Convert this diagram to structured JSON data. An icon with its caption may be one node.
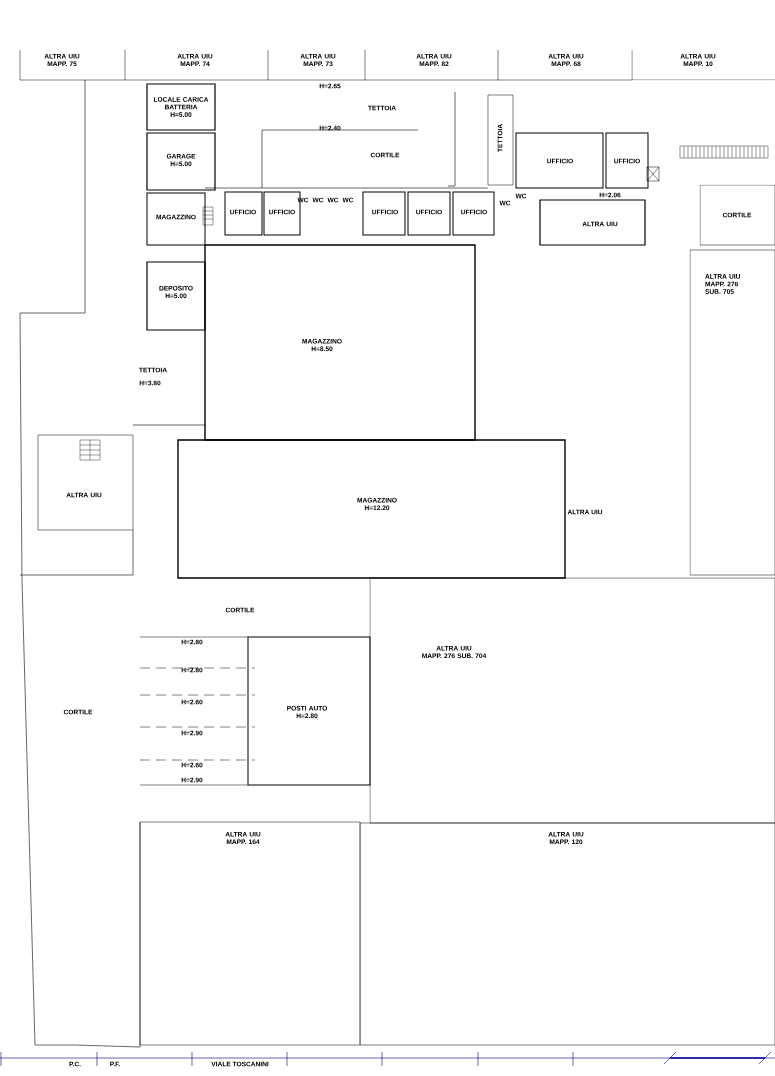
{
  "diagram": {
    "nodes": [
      {
        "text": [
          "ALTRA UIU",
          "MAPP. 75"
        ]
      },
      {
        "text": [
          "ALTRA UIU",
          "MAPP. 74"
        ]
      },
      {
        "text": [
          "ALTRA UIU",
          "MAPP. 73"
        ]
      },
      {
        "text": [
          "ALTRA UIU",
          "MAPP. 82"
        ]
      },
      {
        "text": [
          "ALTRA UIU",
          "MAPP. 68"
        ]
      },
      {
        "text": [
          "ALTRA UIU",
          "MAPP. 10"
        ]
      },
      {
        "text": [
          "LOCALE CARICA BATTERIA",
          "H=5.00"
        ]
      },
      {
        "text": [
          "GARAGE",
          "H=5.00"
        ]
      },
      {
        "text": [
          "MAGAZZINO"
        ]
      },
      {
        "text": [
          "DEPOSITO",
          "H=5.00"
        ]
      },
      {
        "text": [
          "UFFICIO"
        ]
      },
      {
        "text": [
          "UFFICIO"
        ]
      },
      {
        "text": [
          "UFFICIO"
        ]
      },
      {
        "text": [
          "UFFICIO"
        ]
      },
      {
        "text": [
          "UFFICIO"
        ]
      },
      {
        "text": [
          "TETTOIA"
        ]
      },
      {
        "text": [
          "UFFICIO"
        ]
      },
      {
        "text": [
          "UFFICIO"
        ]
      },
      {
        "text": [
          "ALTRA UIU"
        ]
      },
      {
        "text": [
          "CORTILE"
        ]
      },
      {
        "text": [
          "ALTRA UIU",
          "MAPP. 276",
          "SUB. 705"
        ]
      },
      {
        "text": [
          "MAGAZZINO",
          "H=8.50"
        ]
      },
      {
        "text": [
          "ALTRA UIU"
        ]
      },
      {
        "text": [
          "MAGAZZINO",
          "H=12.20"
        ]
      },
      {
        "text": [
          "POSTI AUTO",
          "H=2.80"
        ]
      },
      {
        "text": [
          "ALTRA UIU",
          "MAPP. 276 SUB. 704"
        ]
      },
      {
        "text": [
          "ALTRA UIU",
          "MAPP. 164"
        ]
      },
      {
        "text": [
          "ALTRA UIU",
          "MAPP. 120"
        ]
      }
    ],
    "labels": [
      "H=2.65",
      "TETTOIA",
      "H=2.40",
      "CORTILE",
      "WC",
      "WC",
      "WC",
      "WC",
      "WC",
      "WC",
      "H=2.06",
      "TETTOIA",
      "H=3.80",
      "ALTRA UIU",
      "CORTILE",
      "H=2.80",
      "H=2.80",
      "H=2.60",
      "H=2.90",
      "H=2.60",
      "H=2.90",
      "CORTILE",
      "P.C.",
      "P.F.",
      "VIALE TOSCANINI"
    ]
  }
}
